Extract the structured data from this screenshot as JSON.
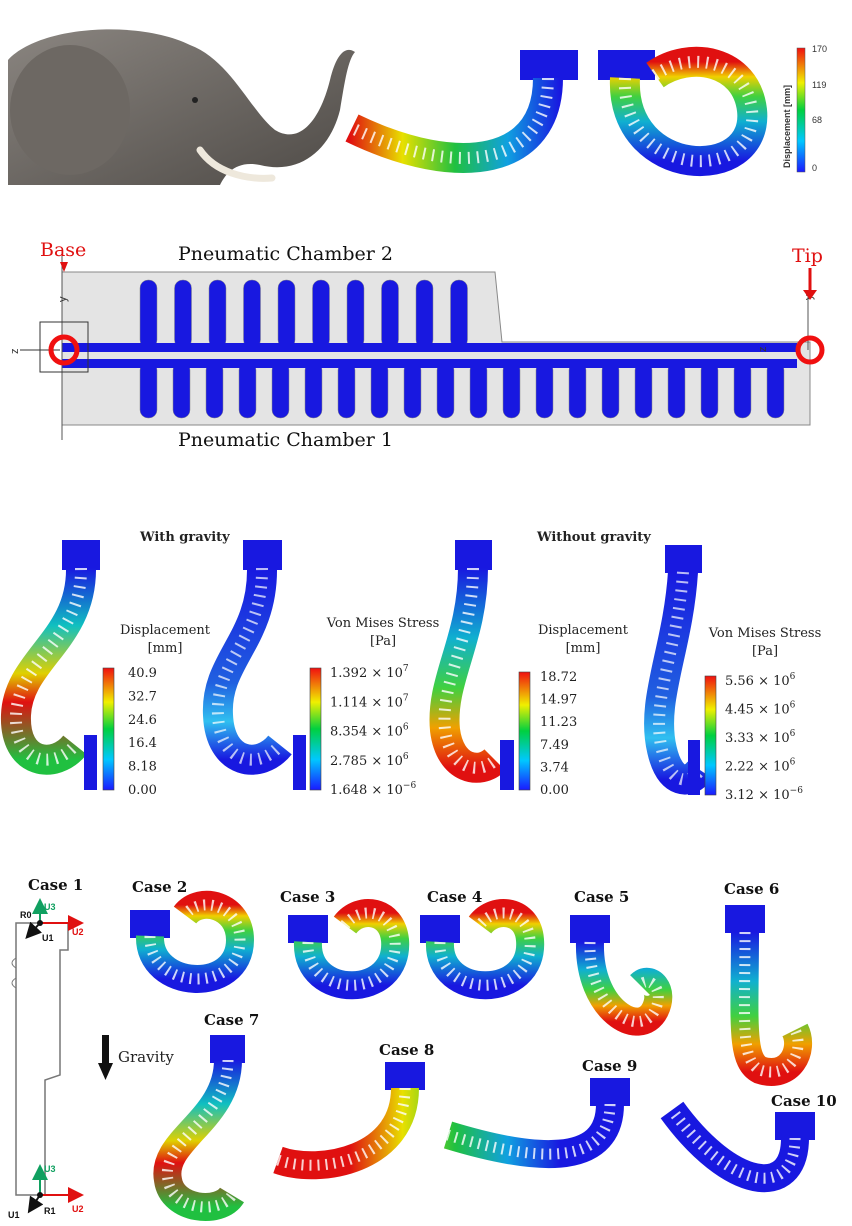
{
  "top": {
    "colorbar": {
      "title": "Displacement [mm]",
      "ticks": [
        "170",
        "119",
        "68",
        "0"
      ]
    }
  },
  "schematic": {
    "base_label": "Base",
    "tip_label": "Tip",
    "chamber_top": "Pneumatic Chamber 2",
    "chamber_bottom": "Pneumatic Chamber 1",
    "axis_y": "y",
    "axis_z": "z"
  },
  "simulation": {
    "with_gravity": "With gravity",
    "without_gravity": "Without gravity",
    "panels": [
      {
        "title1": "Displacement",
        "title2": "[mm]",
        "ticks": [
          {
            "m": "40.9",
            "e": ""
          },
          {
            "m": "32.7",
            "e": ""
          },
          {
            "m": "24.6",
            "e": ""
          },
          {
            "m": "16.4",
            "e": ""
          },
          {
            "m": "8.18",
            "e": ""
          },
          {
            "m": "0.00",
            "e": ""
          }
        ]
      },
      {
        "title1": "Von Mises Stress",
        "title2": "[Pa]",
        "ticks": [
          {
            "m": "1.392 × 10",
            "e": "7"
          },
          {
            "m": "1.114 × 10",
            "e": "7"
          },
          {
            "m": "8.354 × 10",
            "e": "6"
          },
          {
            "m": "2.785 × 10",
            "e": "6"
          },
          {
            "m": "1.648 × 10",
            "e": "−6"
          }
        ]
      },
      {
        "title1": "Displacement",
        "title2": "[mm]",
        "ticks": [
          {
            "m": "18.72",
            "e": ""
          },
          {
            "m": "14.97",
            "e": ""
          },
          {
            "m": "11.23",
            "e": ""
          },
          {
            "m": "7.49",
            "e": ""
          },
          {
            "m": "3.74",
            "e": ""
          },
          {
            "m": "0.00",
            "e": ""
          }
        ]
      },
      {
        "title1": "Von Mises Stress",
        "title2": "[Pa]",
        "ticks": [
          {
            "m": "5.56 × 10",
            "e": "6"
          },
          {
            "m": "4.45 × 10",
            "e": "6"
          },
          {
            "m": "3.33 × 10",
            "e": "6"
          },
          {
            "m": "2.22 × 10",
            "e": "6"
          },
          {
            "m": "3.12 × 10",
            "e": "−6"
          }
        ]
      }
    ]
  },
  "cases": {
    "labels": [
      "Case 1",
      "Case 2",
      "Case 3",
      "Case 4",
      "Case 5",
      "Case 6",
      "Case 7",
      "Case 8",
      "Case 9",
      "Case 10"
    ],
    "gravity": "Gravity",
    "axes": {
      "u1": "U1",
      "u2": "U2",
      "u3": "U3",
      "r0": "R0",
      "r1": "R1"
    }
  },
  "colors": {
    "blue": "#1010d0",
    "red": "#e01010",
    "green": "#0a9a5a",
    "gray": "#e4e4e4"
  }
}
